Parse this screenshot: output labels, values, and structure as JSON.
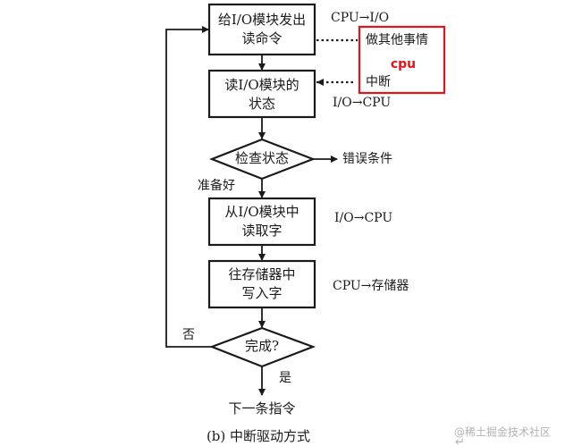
{
  "nodes": {
    "send_read_cmd": [
      "给I/O模块发出",
      "读命令"
    ],
    "read_status": [
      "读I/O模块的",
      "状态"
    ],
    "check_status": "检查状态",
    "read_word": [
      "从I/O模块中",
      "读取字"
    ],
    "write_mem": [
      "往存储器中",
      "写入字"
    ],
    "done": "完成?",
    "next_instr": "下一条指令"
  },
  "labels": {
    "cpu_to_io": "CPU→I/O",
    "do_other": "做其他事情",
    "interrupt": "中断",
    "io_to_cpu_1": "I/O→CPU",
    "error": "错误条件",
    "ready": "准备好",
    "io_to_cpu_2": "I/O→CPU",
    "cpu_to_mem": "CPU→存储器",
    "no": "否",
    "yes": "是"
  },
  "annotation": {
    "text": "cpu",
    "color": "#e4141a"
  },
  "caption": "(b) 中断驱动方式",
  "watermark": "@稀土掘金技术社区"
}
